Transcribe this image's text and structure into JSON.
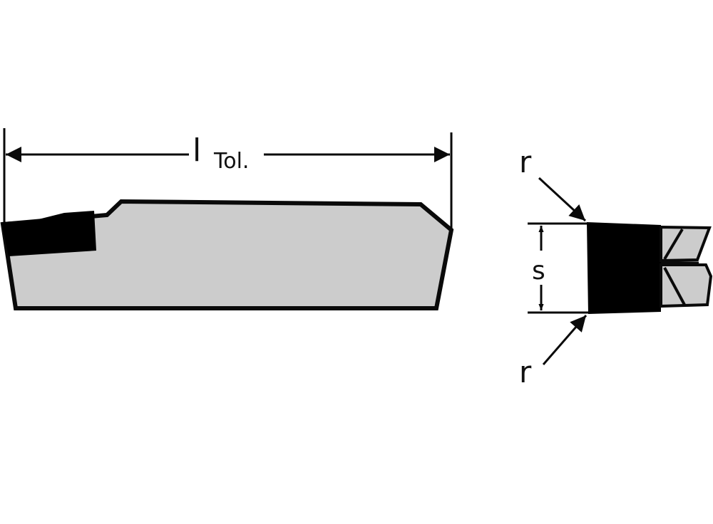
{
  "diagram": {
    "type": "technical-drawing",
    "subject": "grooving insert dimensions",
    "colors": {
      "outline": "#0a0a0a",
      "body_fill": "#cccccc",
      "insert_fill": "#000000",
      "background": "#ffffff"
    },
    "front_view": {
      "length_label_main": "l",
      "length_label_sub": "Tol."
    },
    "side_view": {
      "radius_top_label": "r",
      "thickness_label": "s",
      "radius_bottom_label": "r"
    }
  }
}
